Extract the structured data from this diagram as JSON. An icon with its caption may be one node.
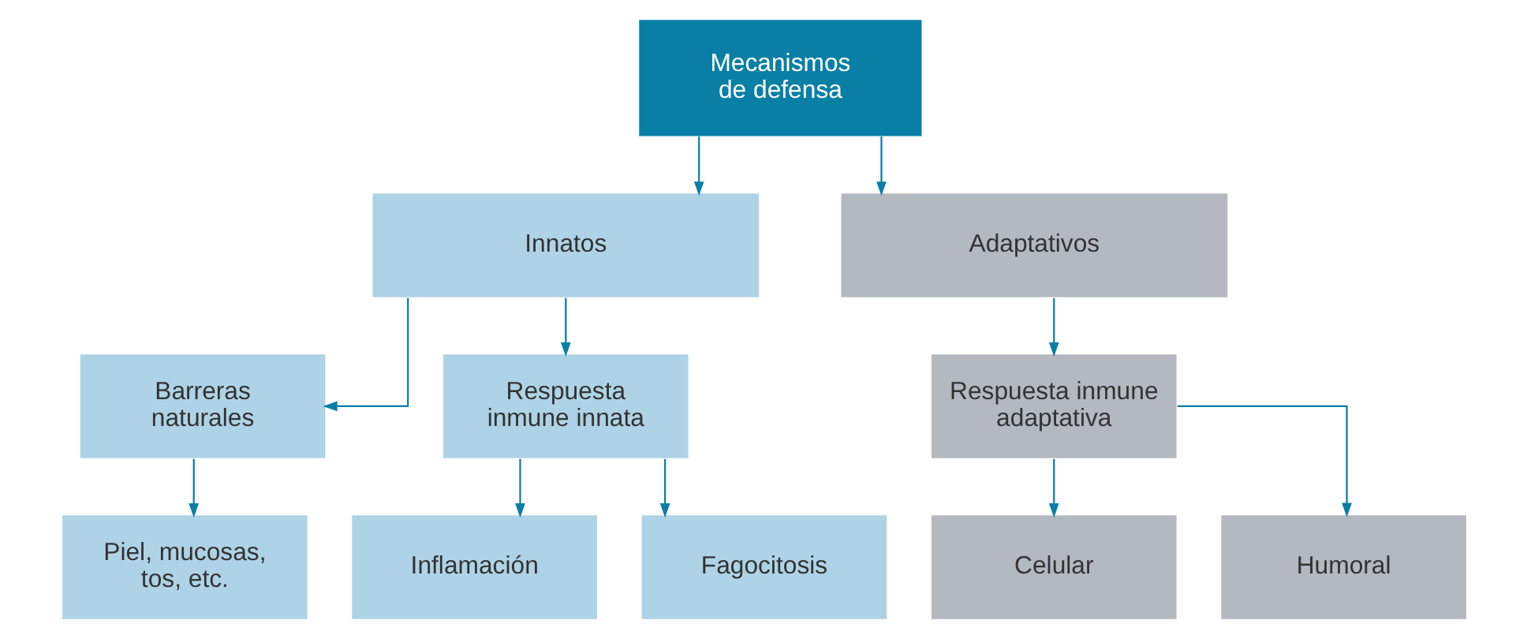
{
  "diagram": {
    "nodes": [
      {
        "text": [
          "Mecanismos de defensa"
        ]
      },
      {
        "text": [
          "Innatos"
        ]
      },
      {
        "text": [
          "Adaptativos"
        ]
      },
      {
        "text": [
          "Barreras naturales"
        ]
      },
      {
        "text": [
          "Respuesta inmune innata"
        ]
      },
      {
        "text": [
          "Respuesta inmune adaptativa"
        ]
      },
      {
        "text": [
          "Piel, mucosas, tos, etc."
        ]
      },
      {
        "text": [
          "Inflamación"
        ]
      },
      {
        "text": [
          "Fagocitosis"
        ]
      },
      {
        "text": [
          "Celular"
        ]
      },
      {
        "text": [
          "Humoral"
        ]
      }
    ],
    "edges": [
      {
        "from": 0,
        "to": 1,
        "arrow": "to"
      },
      {
        "from": 0,
        "to": 2,
        "arrow": "to"
      },
      {
        "from": 1,
        "to": 3,
        "arrow": "to"
      },
      {
        "from": 1,
        "to": 4,
        "arrow": "to"
      },
      {
        "from": 2,
        "to": 5,
        "arrow": "to"
      },
      {
        "from": 3,
        "to": 6,
        "arrow": "to"
      },
      {
        "from": 4,
        "to": 7,
        "arrow": "to"
      },
      {
        "from": 4,
        "to": 8,
        "arrow": "to"
      },
      {
        "from": 5,
        "to": 9,
        "arrow": "to"
      },
      {
        "from": 5,
        "to": 10,
        "arrow": "to"
      }
    ]
  }
}
